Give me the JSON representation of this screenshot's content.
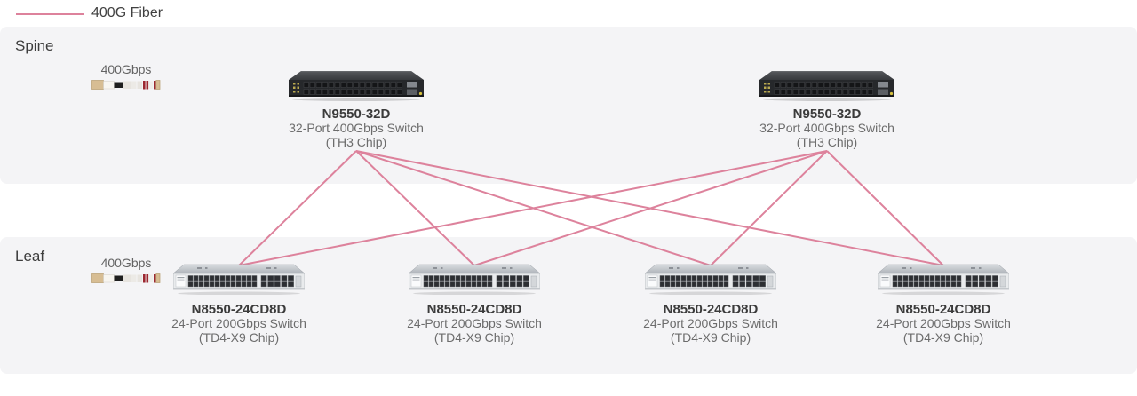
{
  "legend": {
    "label": "400G Fiber"
  },
  "colors": {
    "fiber": "#dd829c",
    "band": "#f4f4f6"
  },
  "sections": {
    "spine": {
      "label": "Spine",
      "speed_label": "400Gbps",
      "devices": [
        {
          "model": "N9550-32D",
          "description": "32-Port 400Gbps Switch",
          "chip": "(TH3 Chip)"
        },
        {
          "model": "N9550-32D",
          "description": "32-Port 400Gbps Switch",
          "chip": "(TH3 Chip)"
        }
      ]
    },
    "leaf": {
      "label": "Leaf",
      "speed_label": "400Gbps",
      "devices": [
        {
          "model": "N8550-24CD8D",
          "description": "24-Port 200Gbps Switch",
          "chip": "(TD4-X9 Chip)"
        },
        {
          "model": "N8550-24CD8D",
          "description": "24-Port 200Gbps Switch",
          "chip": "(TD4-X9 Chip)"
        },
        {
          "model": "N8550-24CD8D",
          "description": "24-Port 200Gbps Switch",
          "chip": "(TD4-X9 Chip)"
        },
        {
          "model": "N8550-24CD8D",
          "description": "24-Port 200Gbps Switch",
          "chip": "(TD4-X9 Chip)"
        }
      ]
    }
  },
  "links": [
    {
      "from": "spine-0",
      "to": "leaf-0"
    },
    {
      "from": "spine-0",
      "to": "leaf-1"
    },
    {
      "from": "spine-0",
      "to": "leaf-2"
    },
    {
      "from": "spine-0",
      "to": "leaf-3"
    },
    {
      "from": "spine-1",
      "to": "leaf-0"
    },
    {
      "from": "spine-1",
      "to": "leaf-1"
    },
    {
      "from": "spine-1",
      "to": "leaf-2"
    },
    {
      "from": "spine-1",
      "to": "leaf-3"
    }
  ]
}
